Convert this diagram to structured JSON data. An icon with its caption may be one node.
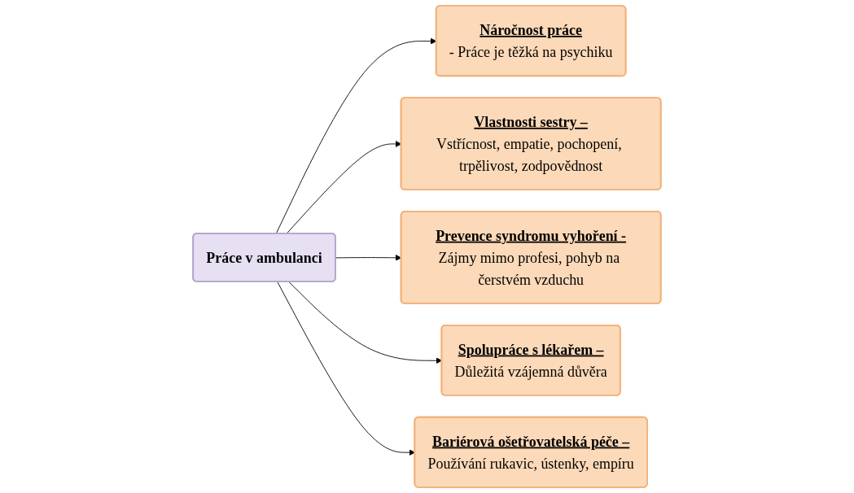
{
  "diagram": {
    "nodes": [
      {
        "text": [
          "Náročnost práce",
          "- Práce je těžká na psychiku"
        ]
      },
      {
        "text": [
          "Vlastnosti sestry –",
          "Vstřícnost, empatie, pochopení, trpělivost, zodpovědnost"
        ]
      },
      {
        "text": [
          "Práce v ambulanci"
        ]
      },
      {
        "text": [
          "Prevence syndromu vyhoření -",
          "Zájmy mimo profesi, pohyb na čerstvém vzduchu"
        ]
      },
      {
        "text": [
          "Spolupráce s lékařem –",
          "Důležitá vzájemná důvěra"
        ]
      },
      {
        "text": [
          "Bariérová ošetřovatelská péče –",
          "Používání rukavic, ústenky, empíru"
        ]
      }
    ],
    "edges": [
      {
        "from": 2,
        "to": 0,
        "arrow": "to"
      },
      {
        "from": 2,
        "to": 1,
        "arrow": "to"
      },
      {
        "from": 2,
        "to": 3,
        "arrow": "to"
      },
      {
        "from": 2,
        "to": 4,
        "arrow": "to"
      },
      {
        "from": 2,
        "to": 5,
        "arrow": "to"
      }
    ]
  }
}
